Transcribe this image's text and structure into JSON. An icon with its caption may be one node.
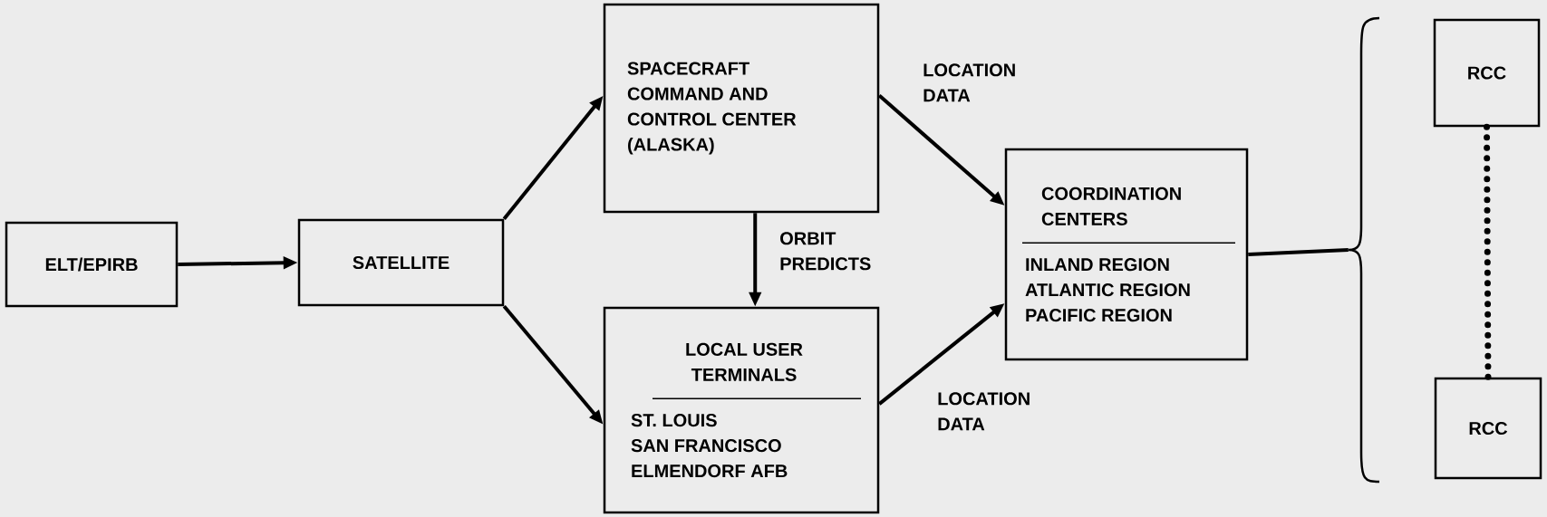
{
  "diagram": {
    "nodes": [
      {
        "text": [
          "ELT/EPIRB"
        ]
      },
      {
        "text": [
          "SATELLITE"
        ]
      },
      {
        "text": [
          "SPACECRAFT COMMAND AND CONTROL CENTER (ALASKA)"
        ]
      },
      {
        "text": [
          "LOCAL USER TERMINALS",
          "ST. LOUIS",
          "SAN FRANCISCO",
          "ELMENDORF AFB"
        ]
      },
      {
        "text": [
          "COORDINATION CENTERS",
          "INLAND REGION",
          "ATLANTIC REGION",
          "PACIFIC REGION"
        ]
      },
      {
        "text": [
          "RCC"
        ]
      },
      {
        "text": [
          "RCC"
        ]
      },
      {
        "text": [],
        "shape": "brace"
      }
    ],
    "edges": [
      {
        "from": 0,
        "to": 1,
        "arrow": "to"
      },
      {
        "from": 1,
        "to": 2,
        "arrow": "to"
      },
      {
        "from": 1,
        "to": 3,
        "arrow": "to"
      },
      {
        "from": 2,
        "to": 3,
        "arrow": "to",
        "label": "ORBIT PREDICTS"
      },
      {
        "from": 2,
        "to": 4,
        "arrow": "to",
        "label": "LOCATION DATA"
      },
      {
        "from": 3,
        "to": 4,
        "arrow": "to",
        "label": "LOCATION DATA"
      },
      {
        "from": 5,
        "to": 6,
        "arrow": "none",
        "style": "dashed"
      },
      {
        "from": 4,
        "to": 7,
        "arrow": "none"
      }
    ]
  }
}
